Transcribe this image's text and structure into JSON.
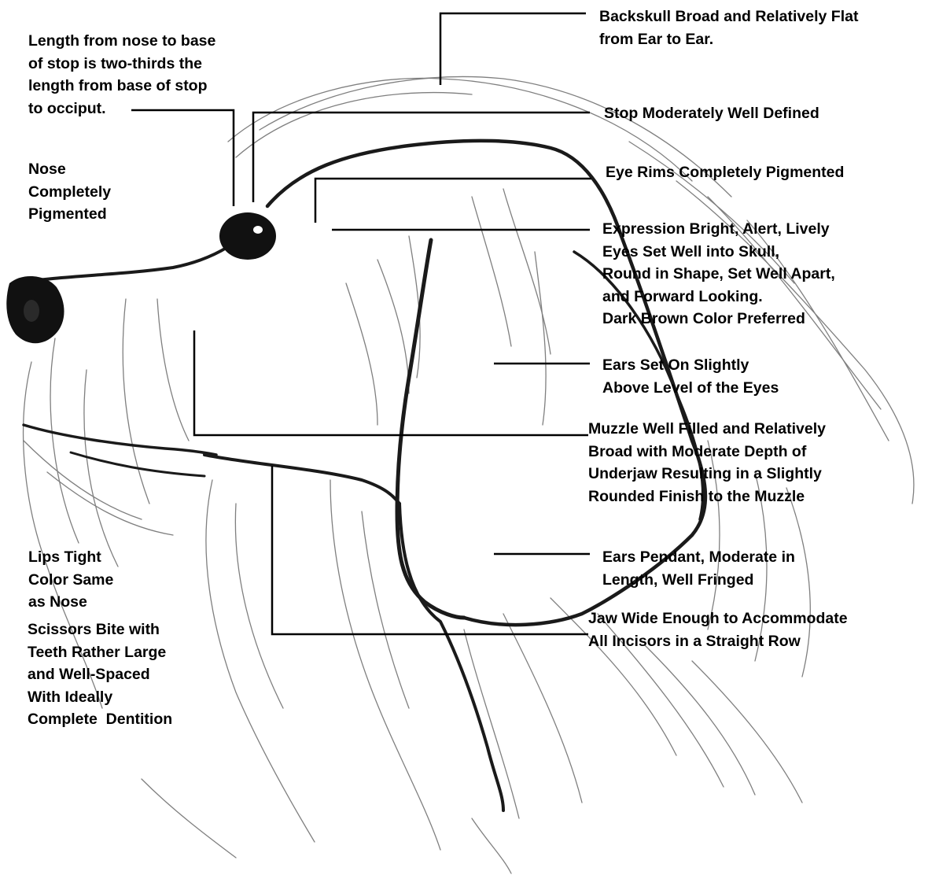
{
  "labels": {
    "length_ratio": "Length from nose to base\nof stop is two-thirds the\nlength from base of stop\nto occiput.",
    "backskull": "Backskull Broad and Relatively Flat\nfrom Ear to Ear.",
    "stop": "Stop Moderately Well Defined",
    "nose": "Nose\nCompletely\nPigmented",
    "eye_rims": "Eye Rims Completely Pigmented",
    "expression": "Expression Bright, Alert, Lively\nEyes Set Well into Skull,\nRound in Shape, Set Well Apart,\nand Forward Looking.\nDark Brown Color Preferred",
    "ears_set": "Ears Set On Slightly\nAbove Level of the Eyes",
    "muzzle": "Muzzle Well Filled and Relatively\nBroad with Moderate Depth of\nUnderjaw Resulting in a Slightly\nRounded Finish to the Muzzle",
    "lips": "Lips Tight\nColor Same\nas Nose",
    "ears_pendant": "Ears Pendant, Moderate in\nLength, Well Fringed",
    "scissors": "Scissors Bite with\nTeeth Rather Large\nand Well-Spaced\nWith Ideally\nComplete  Dentition",
    "jaw": "Jaw Wide Enough to Accommodate\nAll Incisors in a Straight Row"
  },
  "colors": {
    "ink": "#000000",
    "sketch": "#555555",
    "background": "#ffffff"
  }
}
